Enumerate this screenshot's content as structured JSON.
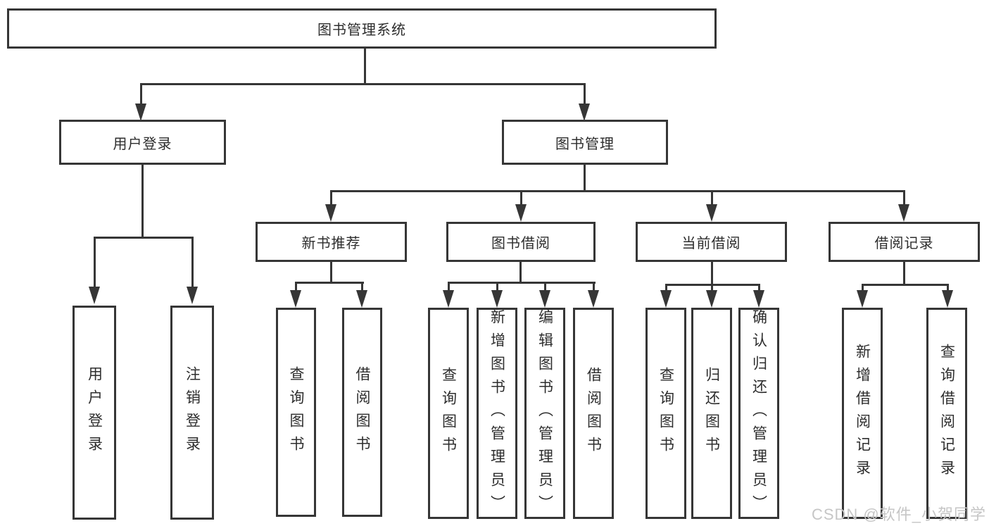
{
  "root": {
    "label": "图书管理系统"
  },
  "level2": [
    {
      "label": "用户登录"
    },
    {
      "label": "图书管理"
    }
  ],
  "level3": [
    {
      "label": "新书推荐"
    },
    {
      "label": "图书借阅"
    },
    {
      "label": "当前借阅"
    },
    {
      "label": "借阅记录"
    }
  ],
  "leaves": {
    "userLogin": [
      {
        "label": "用户登录"
      },
      {
        "label": "注销登录"
      }
    ],
    "newBookRecommend": [
      {
        "label": "查询图书"
      },
      {
        "label": "借阅图书"
      }
    ],
    "bookBorrow": [
      {
        "label": "查询图书"
      },
      {
        "label": "新增图书（管理员）"
      },
      {
        "label": "编辑图书（管理员）"
      },
      {
        "label": "借阅图书"
      }
    ],
    "currentBorrow": [
      {
        "label": "查询图书"
      },
      {
        "label": "归还图书"
      },
      {
        "label": "确认归还（管理员）"
      }
    ],
    "borrowRecords": [
      {
        "label": "新增借阅记录"
      },
      {
        "label": "查询借阅记录"
      }
    ]
  },
  "watermark": "CSDN @软件_小贺同学",
  "colors": {
    "line": "#363636",
    "text": "#2d2d2d",
    "background": "#ffffff",
    "watermark": "#c6c6c6"
  }
}
